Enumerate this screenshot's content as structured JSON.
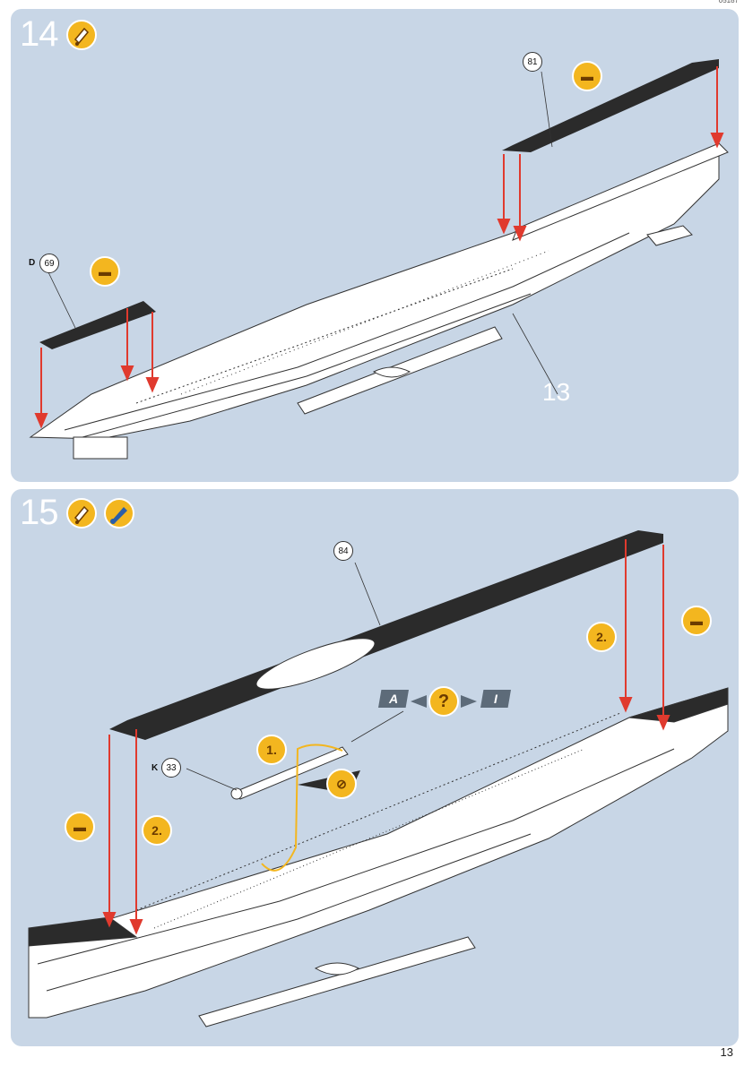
{
  "header": {
    "code": "05187"
  },
  "step14": {
    "number": "14",
    "icons": [
      "glue-tube-icon"
    ],
    "callouts": [
      {
        "prefix": "D",
        "number": "69"
      },
      {
        "number": "81"
      }
    ],
    "part_label": "13"
  },
  "step15": {
    "number": "15",
    "icons": [
      "glue-tube-icon",
      "paintbrush-icon"
    ],
    "callouts": [
      {
        "number": "84"
      },
      {
        "prefix": "K",
        "number": "33"
      }
    ],
    "sequence": [
      "1.",
      "2.",
      "2."
    ],
    "variant_left": "A",
    "variant_right": "I",
    "question": "?"
  },
  "footer": {
    "page_number": "13"
  },
  "colors": {
    "panel": "#c8d6e6",
    "accent": "#f3b61f",
    "arrow": "#e03a2e",
    "deck": "#2b2b2b"
  }
}
